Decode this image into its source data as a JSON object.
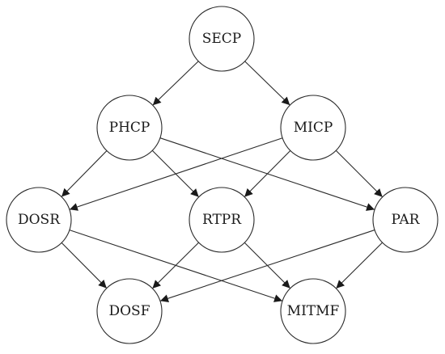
{
  "nodes": [
    {
      "id": "SECP",
      "label": "SECP"
    },
    {
      "id": "PHCP",
      "label": "PHCP"
    },
    {
      "id": "MICP",
      "label": "MICP"
    },
    {
      "id": "DOSR",
      "label": "DOSR"
    },
    {
      "id": "RTPR",
      "label": "RTPR"
    },
    {
      "id": "PAR",
      "label": "PAR"
    },
    {
      "id": "DOSF",
      "label": "DOSF"
    },
    {
      "id": "MITMF",
      "label": "MITMF"
    }
  ],
  "edges": [
    {
      "from": "SECP",
      "to": "PHCP"
    },
    {
      "from": "SECP",
      "to": "MICP"
    },
    {
      "from": "PHCP",
      "to": "DOSR"
    },
    {
      "from": "PHCP",
      "to": "RTPR"
    },
    {
      "from": "PHCP",
      "to": "PAR"
    },
    {
      "from": "MICP",
      "to": "DOSR"
    },
    {
      "from": "MICP",
      "to": "RTPR"
    },
    {
      "from": "MICP",
      "to": "PAR"
    },
    {
      "from": "DOSR",
      "to": "DOSF"
    },
    {
      "from": "DOSR",
      "to": "MITMF"
    },
    {
      "from": "RTPR",
      "to": "DOSF"
    },
    {
      "from": "RTPR",
      "to": "MITMF"
    },
    {
      "from": "PAR",
      "to": "DOSF"
    },
    {
      "from": "PAR",
      "to": "MITMF"
    }
  ],
  "colors": {
    "stroke": "#2a2a2a",
    "node_fill": "#ffffff",
    "text": "#1a1a1a"
  }
}
